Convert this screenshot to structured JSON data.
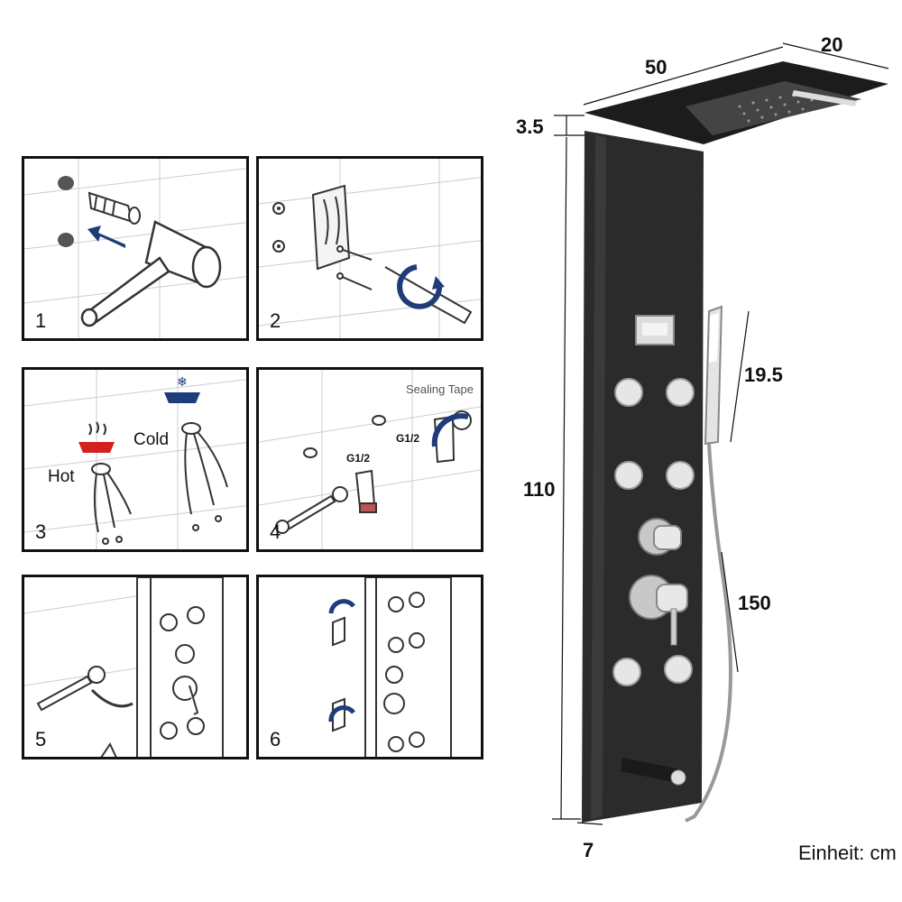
{
  "steps": [
    {
      "number": "1"
    },
    {
      "number": "2"
    },
    {
      "number": "3",
      "labels": {
        "hot": "Hot",
        "cold": "Cold"
      }
    },
    {
      "number": "4",
      "labels": {
        "sealing": "Sealing Tape",
        "g1": "G1/2",
        "g2": "G1/2"
      }
    },
    {
      "number": "5"
    },
    {
      "number": "6"
    }
  ],
  "dimensions": {
    "width": "50",
    "depth": "20",
    "top_thickness": "3.5",
    "height": "110",
    "handshower": "19.5",
    "hose": "150",
    "panel_depth": "7"
  },
  "unit_label": "Einheit: cm",
  "colors": {
    "panel": "#2b2b2b",
    "arrow": "#1f3c7a",
    "hot": "#d42020",
    "cold": "#1f3c7a"
  }
}
